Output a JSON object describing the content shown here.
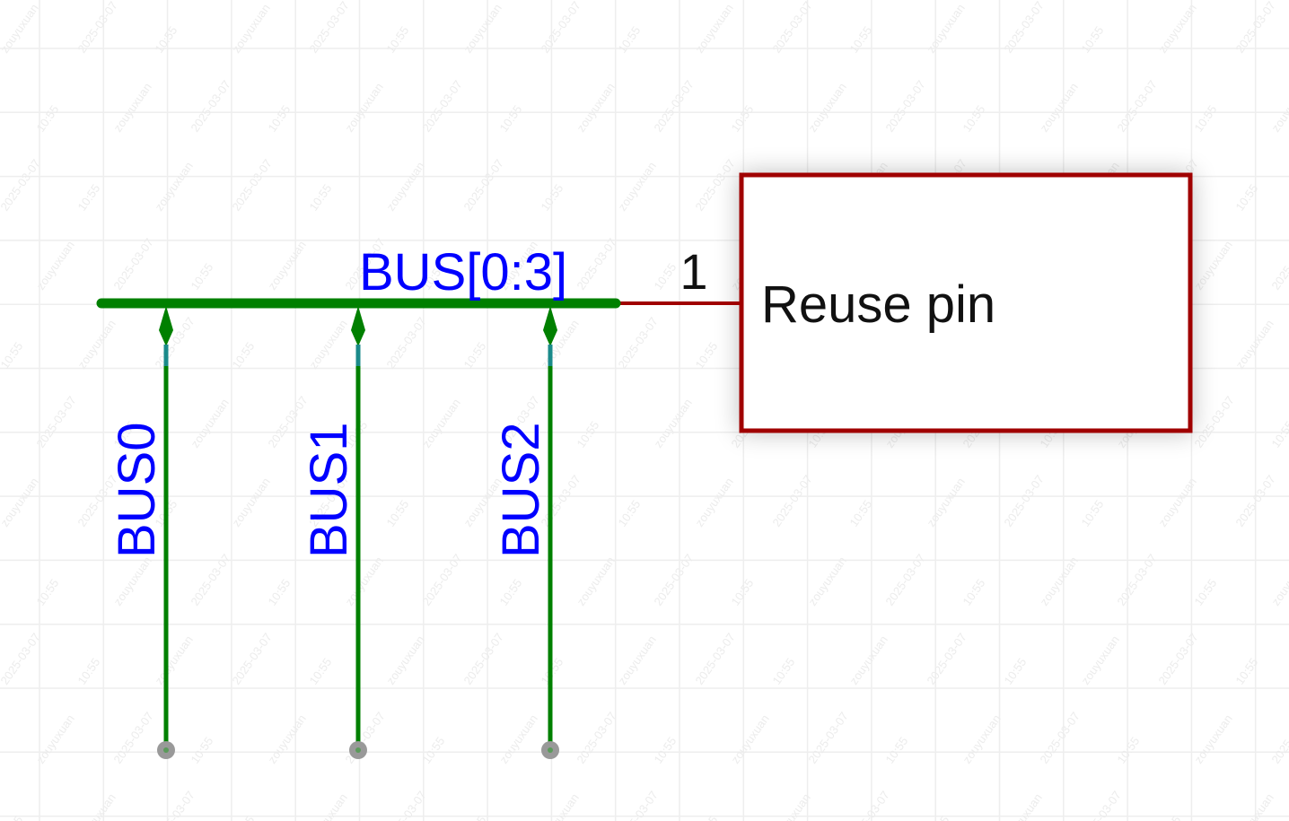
{
  "schematic": {
    "bus": {
      "label": "BUS[0:3]",
      "color": "#008000"
    },
    "entries": [
      {
        "net": "BUS0"
      },
      {
        "net": "BUS1"
      },
      {
        "net": "BUS2"
      }
    ],
    "component": {
      "name": "Reuse pin",
      "pin_number": "1",
      "outline_color": "#a00000"
    },
    "watermark": {
      "user": "zouyuxuan",
      "date": "2025-03-07",
      "time": "10:55"
    },
    "colors": {
      "net_label": "#0000ff",
      "wire": "#008000",
      "pin": "#a00000",
      "stub": "#1a8a8a",
      "endpoint": "#999999",
      "grid": "#eeeeee"
    }
  }
}
